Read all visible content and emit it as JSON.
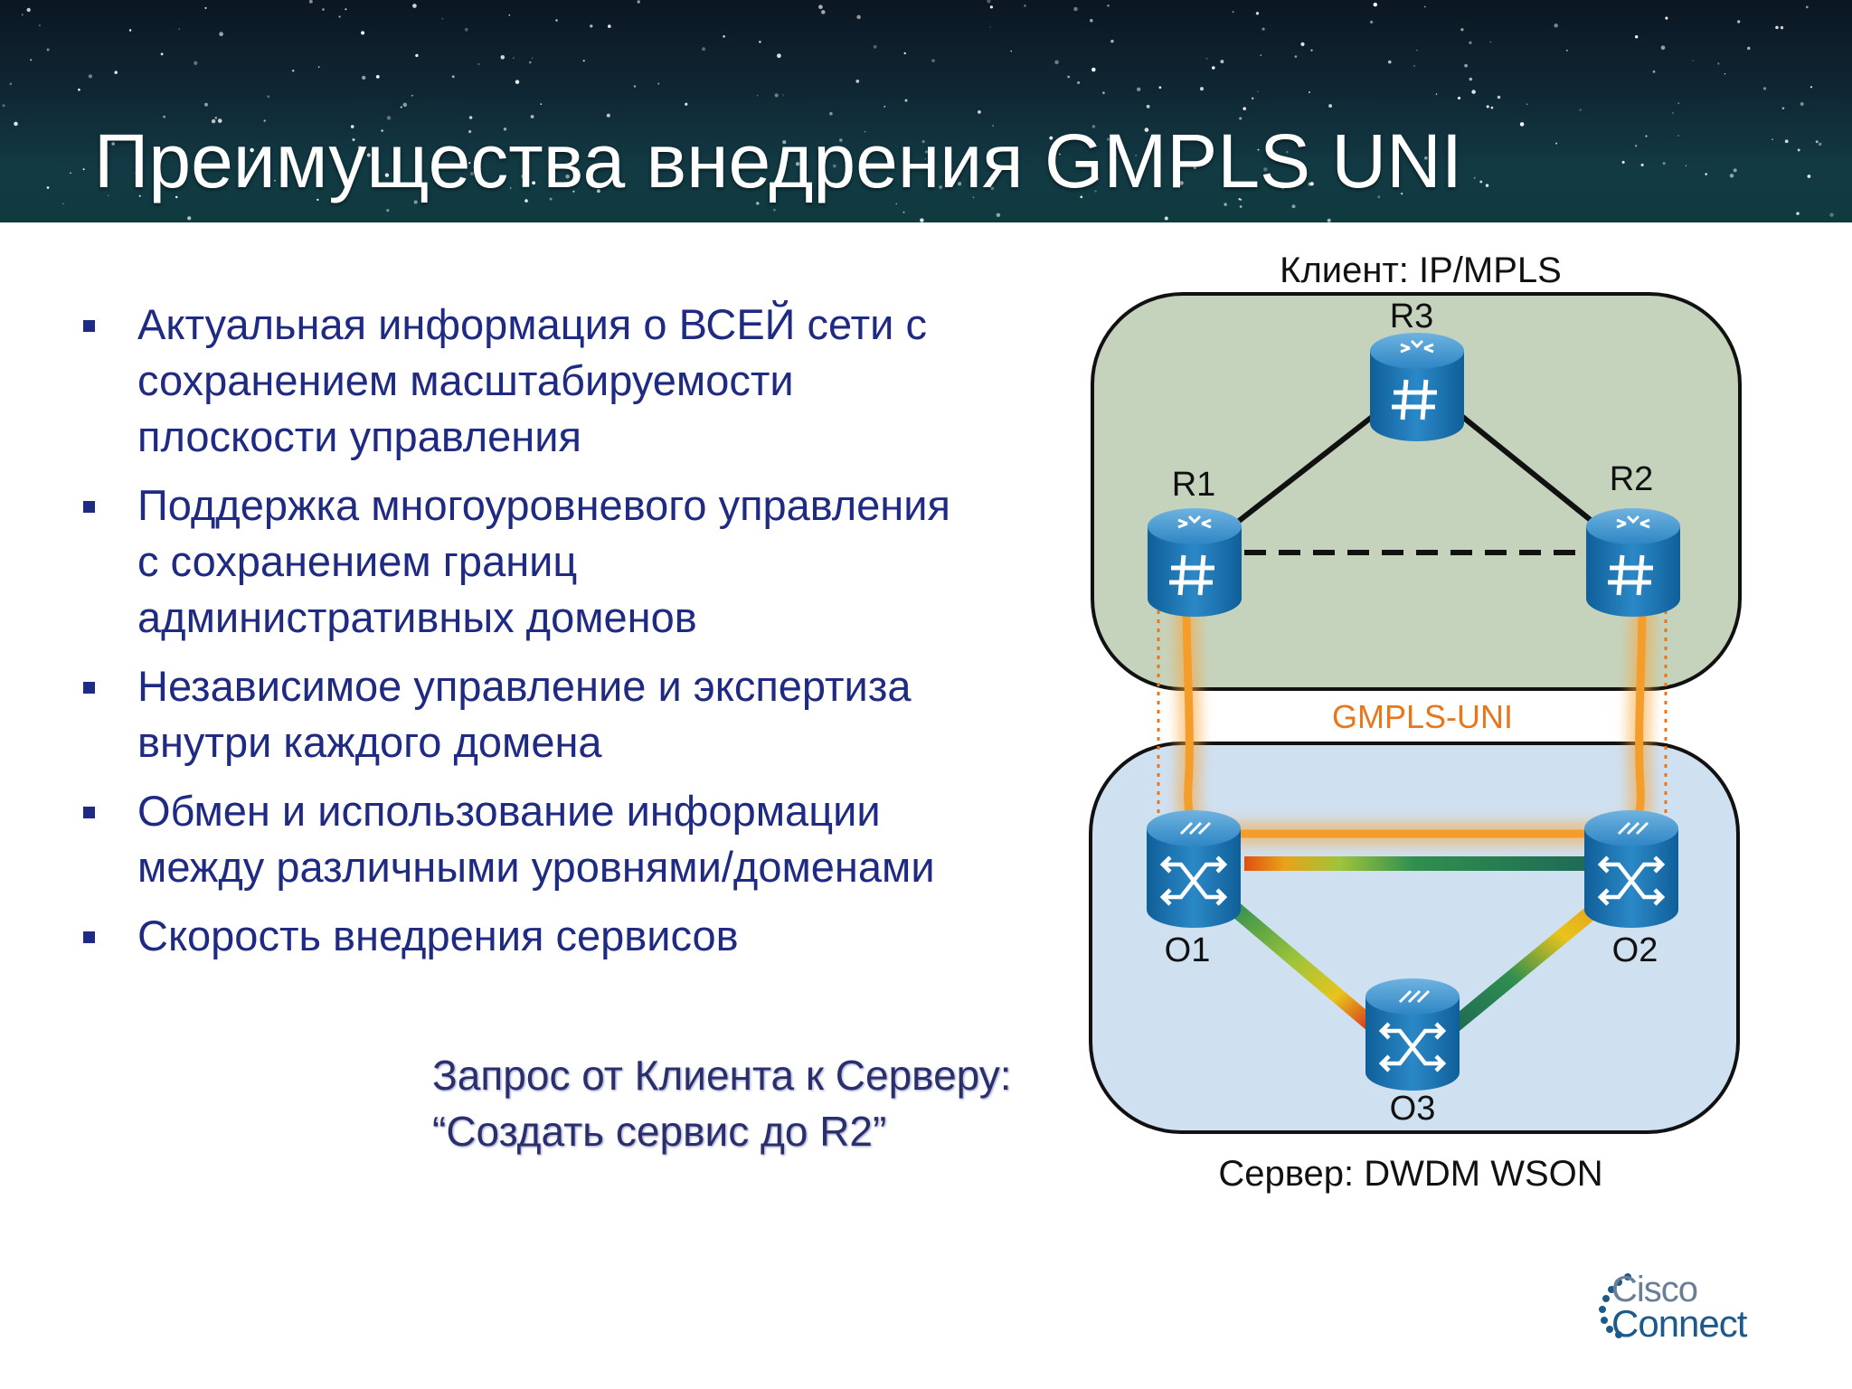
{
  "slide": {
    "title": "Преимущества внедрения GMPLS UNI",
    "bullets": [
      [
        "Актуальная информация о ВСЕЙ сети с",
        "сохранением масштабируемости",
        "плоскости управления"
      ],
      [
        "Поддержка многоуровневого управления",
        "с сохранением границ",
        "административных доменов"
      ],
      [
        "Независимое управление и экспертиза",
        "внутри каждого домена"
      ],
      [
        "Обмен и использование информации",
        "между различными уровнями/доменами"
      ],
      [
        "Скорость внедрения сервисов"
      ]
    ],
    "request": {
      "line1": "Запрос от Клиента к Серверу:",
      "line2": "“Создать сервис до R2”"
    }
  },
  "diagram": {
    "client_label": "Клиент: IP/MPLS",
    "server_label": "Сервер: DWDM WSON",
    "uni_label": "GMPLS-UNI",
    "routers": [
      "R1",
      "R2",
      "R3"
    ],
    "optical_nodes": [
      "O1",
      "O2",
      "O3"
    ],
    "colors": {
      "client_domain": "#c5d3bd",
      "server_domain": "#cfe0f1",
      "uni_accent": "#e8761b",
      "device": "#1c77b8"
    }
  },
  "logo": {
    "line1": "Cisco",
    "line2": "Connect"
  }
}
